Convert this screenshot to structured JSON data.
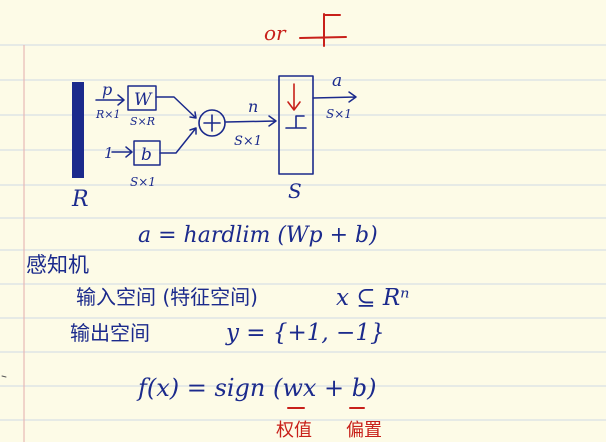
{
  "header": {
    "or_label": "or"
  },
  "diagram": {
    "input_p": "p",
    "input_p_dim": "R×1",
    "weight_w": "W",
    "weight_dim": "S×R",
    "bias_input": "1",
    "bias_b": "b",
    "bias_dim": "S×1",
    "input_count": "R",
    "net_input_n": "n",
    "net_input_dim": "S×1",
    "output_a": "a",
    "output_dim": "S×1",
    "neuron_count": "S"
  },
  "equations": {
    "hardlim": "a = hardlim (Wp + b)",
    "perceptron_title": "感知机",
    "input_space_label": "输入空间 (特征空间)",
    "input_space_expr": "x ⊆ Rⁿ",
    "output_space_label": "输出空间",
    "output_space_expr": "y = {+1, −1}",
    "sign_expr": "f(x) = sign (wx + b)",
    "weight_label": "权值",
    "bias_label": "偏置"
  },
  "colors": {
    "ink_blue": "#1b2a8c",
    "ink_red": "#c8201a",
    "paper": "#fdfbe7",
    "rule_line": "#cfd8e6"
  }
}
